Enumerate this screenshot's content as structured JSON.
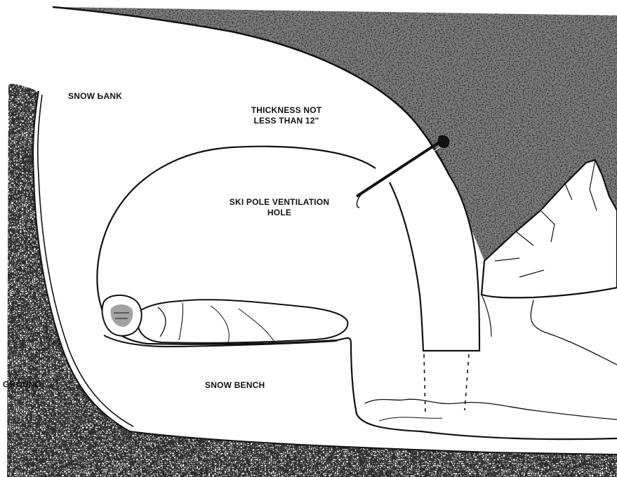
{
  "labels": {
    "snow_bank": "SNOW ƄANK",
    "thickness_line1": "THICKNESS NOT",
    "thickness_line2": "LESS THAN 12\"",
    "ski_pole_line1": "SKI POLE VENTILATION",
    "ski_pole_line2": "HOLE",
    "ground": "GROUND",
    "snow_bench": "SNOW BENCH"
  },
  "colors": {
    "ink": "#111111",
    "paper": "#ffffff",
    "rock_fill": "#2a2a2a"
  }
}
